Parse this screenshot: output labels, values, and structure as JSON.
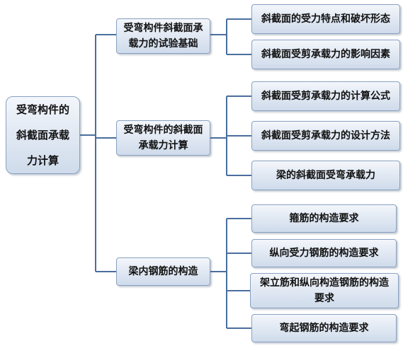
{
  "colors": {
    "line": "#4a6e9e",
    "border": "#8aa1c2",
    "fill_top": "#f3f6fb",
    "fill_bottom": "#cfdbeb"
  },
  "root": {
    "label": "受弯构件的斜截面承载力计算"
  },
  "branches": [
    {
      "label": "受弯构件斜截面承载力的试验基础",
      "children": [
        {
          "label": "斜截面的受力特点和破坏形态"
        },
        {
          "label": "斜截面受剪承载力的影响因素"
        }
      ]
    },
    {
      "label": "受弯构件的斜截面承载力计算",
      "children": [
        {
          "label": "斜截面受剪承载力的计算公式"
        },
        {
          "label": "斜截面受剪承载力的设计方法"
        },
        {
          "label": "梁的斜截面受弯承载力"
        }
      ]
    },
    {
      "label": "梁内钢筋的构造",
      "children": [
        {
          "label": "箍筋的构造要求"
        },
        {
          "label": "纵向受力钢筋的构造要求"
        },
        {
          "label": "架立筋和纵向构造钢筋的构造要求"
        },
        {
          "label": "弯起钢筋的构造要求"
        }
      ]
    }
  ]
}
